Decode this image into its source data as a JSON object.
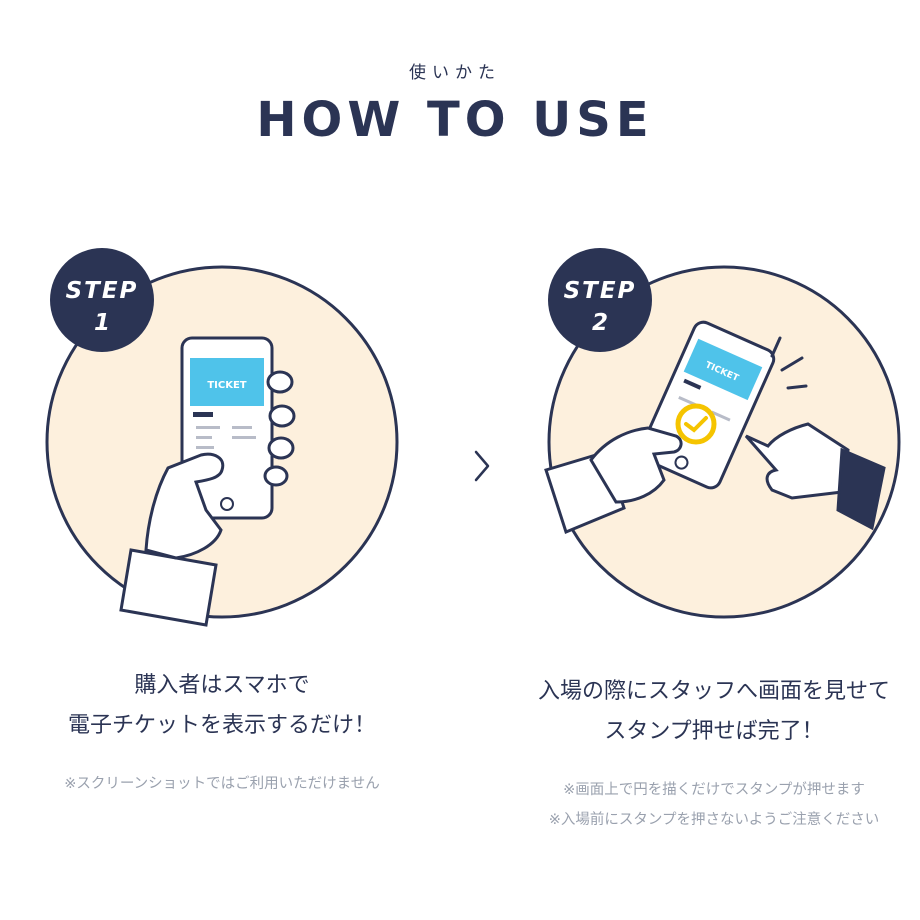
{
  "header": {
    "subtitle": "使いかた",
    "title": "HOW TO USE"
  },
  "steps": [
    {
      "badge_word": "STEP",
      "badge_number": "1",
      "ticket_label": "TICKET",
      "headline_line1": "購入者はスマホで",
      "headline_line2": "電子チケットを表示するだけ！",
      "notes": [
        "※スクリーンショットではご利用いただけません"
      ]
    },
    {
      "badge_word": "STEP",
      "badge_number": "2",
      "ticket_label": "TICKET",
      "headline_line1": "入場の際にスタッフへ画面を見せて",
      "headline_line2": "スタンプ押せば完了！",
      "notes": [
        "※画面上で円を描くだけでスタンプが押せます",
        "※入場前にスタンプを押さないようご注意ください"
      ]
    }
  ],
  "colors": {
    "navy": "#2b3454",
    "circle_fill": "#fdf0dd",
    "ticket_blue": "#4fc3ea",
    "stamp_yellow": "#f5c400",
    "note_gray": "#9aa1ae"
  },
  "icons": [
    "chevron-right-icon",
    "phone-icon",
    "hand-icon",
    "stamp-icon"
  ]
}
